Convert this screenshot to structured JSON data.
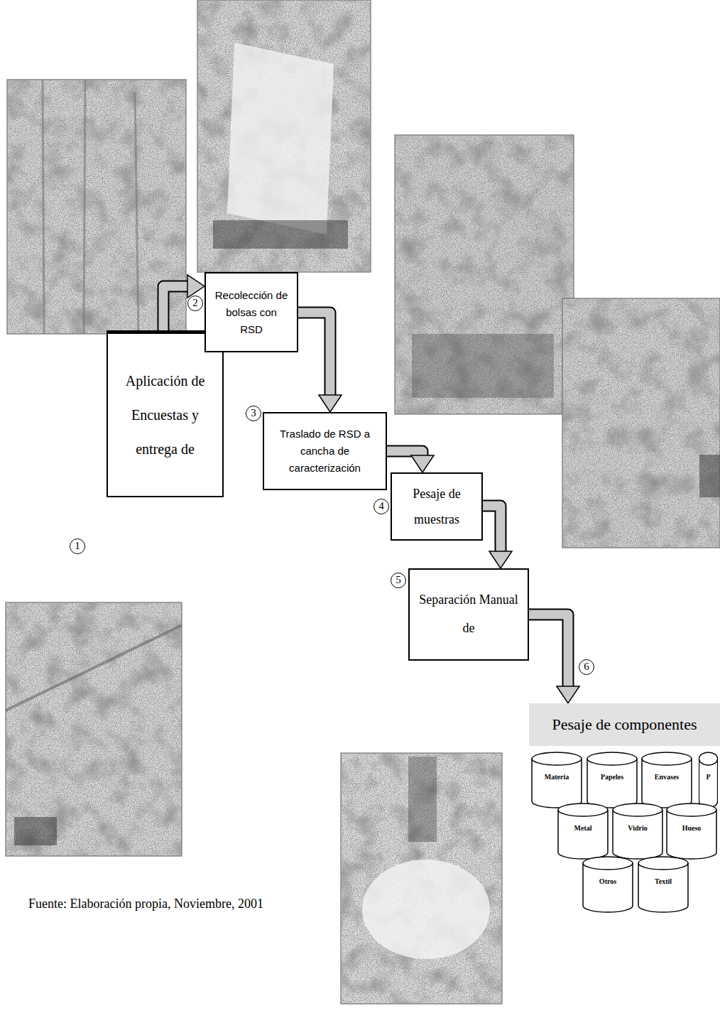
{
  "diagram": {
    "caption": "Fuente: Elaboración propia, Noviembre, 2001",
    "nodes": [
      {
        "text": [
          "Aplicación de Encuestas y entrega de"
        ]
      },
      {
        "text": [
          "Recolección de bolsas con RSD"
        ]
      },
      {
        "text": [
          "Traslado de RSD a cancha de caracterización"
        ]
      },
      {
        "text": [
          "Pesaje de muestras"
        ]
      },
      {
        "text": [
          "Separación Manual de"
        ]
      },
      {
        "text": [
          "Pesaje de componentes"
        ]
      },
      {
        "text": [
          "Materia"
        ]
      },
      {
        "text": [
          "Papeles"
        ]
      },
      {
        "text": [
          "Envases"
        ]
      },
      {
        "text": [
          "P"
        ]
      },
      {
        "text": [
          "Metal"
        ]
      },
      {
        "text": [
          "Vidrio"
        ]
      },
      {
        "text": [
          "Hueso"
        ]
      },
      {
        "text": [
          "Otros"
        ]
      },
      {
        "text": [
          "Textil"
        ]
      }
    ],
    "edges": [
      {
        "from": 0,
        "to": 1,
        "arrow": "to"
      },
      {
        "from": 1,
        "to": 2,
        "arrow": "to"
      },
      {
        "from": 2,
        "to": 3,
        "arrow": "to"
      },
      {
        "from": 3,
        "to": 4,
        "arrow": "to"
      },
      {
        "from": 4,
        "to": 5,
        "arrow": "to"
      }
    ],
    "labels": [
      "1",
      "2",
      "3",
      "4",
      "5",
      "6"
    ]
  }
}
